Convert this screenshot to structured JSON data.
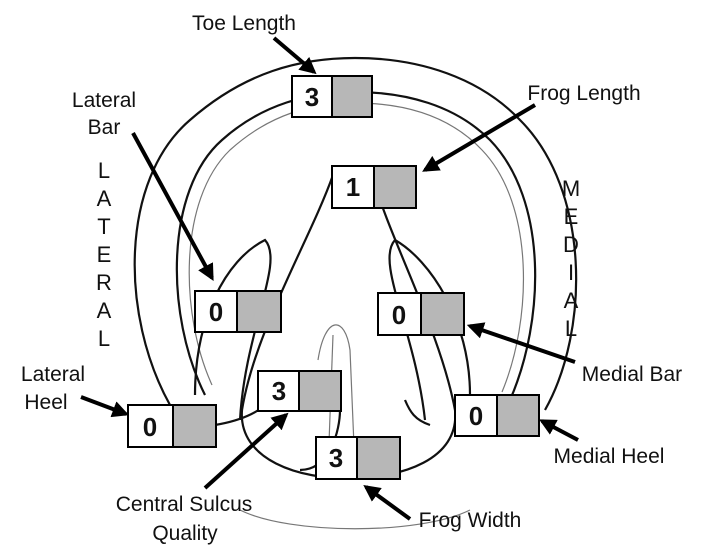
{
  "labels": {
    "toe_length": "Toe Length",
    "lateral_bar_line1": "Lateral",
    "lateral_bar_line2": "Bar",
    "frog_length": "Frog Length",
    "medial_bar": "Medial Bar",
    "lateral_heel_line1": "Lateral",
    "lateral_heel_line2": "Heel",
    "medial_heel": "Medial Heel",
    "central_sulcus_line1": "Central Sulcus",
    "central_sulcus_line2": "Quality",
    "frog_width": "Frog Width"
  },
  "side_labels": {
    "lateral": [
      "L",
      "A",
      "T",
      "E",
      "R",
      "A",
      "L"
    ],
    "medial": [
      "M",
      "E",
      "D",
      "I",
      "A",
      "L"
    ]
  },
  "scores": {
    "toe_length": "3",
    "frog_length": "1",
    "lateral_bar": "0",
    "medial_bar": "0",
    "central_sulcus": "3",
    "lateral_heel": "0",
    "medial_heel": "0",
    "frog_width": "3"
  },
  "colors": {
    "score_fill": "#ffffff",
    "blank_fill": "#b7b7b7",
    "outline": "#111111"
  }
}
